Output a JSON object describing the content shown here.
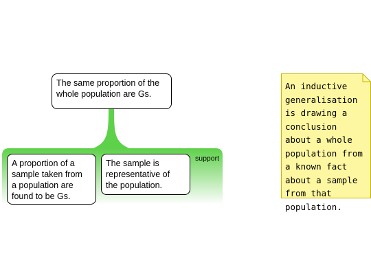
{
  "claim": {
    "text": "The same proportion of the\nwhole population are Gs."
  },
  "reasons": [
    {
      "text": "A proportion of a\nsample taken from\na population are\nfound to be Gs."
    },
    {
      "text": "The sample is\nrepresentative of\nthe population."
    }
  ],
  "support_label": "support",
  "note": {
    "text": "An inductive generalisation is drawing a conclusion about a whole population from a known fact about a sample from that population."
  },
  "colors": {
    "support_green": "#5ed14a",
    "note_fill": "#fef7a1",
    "note_border": "#c9b300"
  }
}
